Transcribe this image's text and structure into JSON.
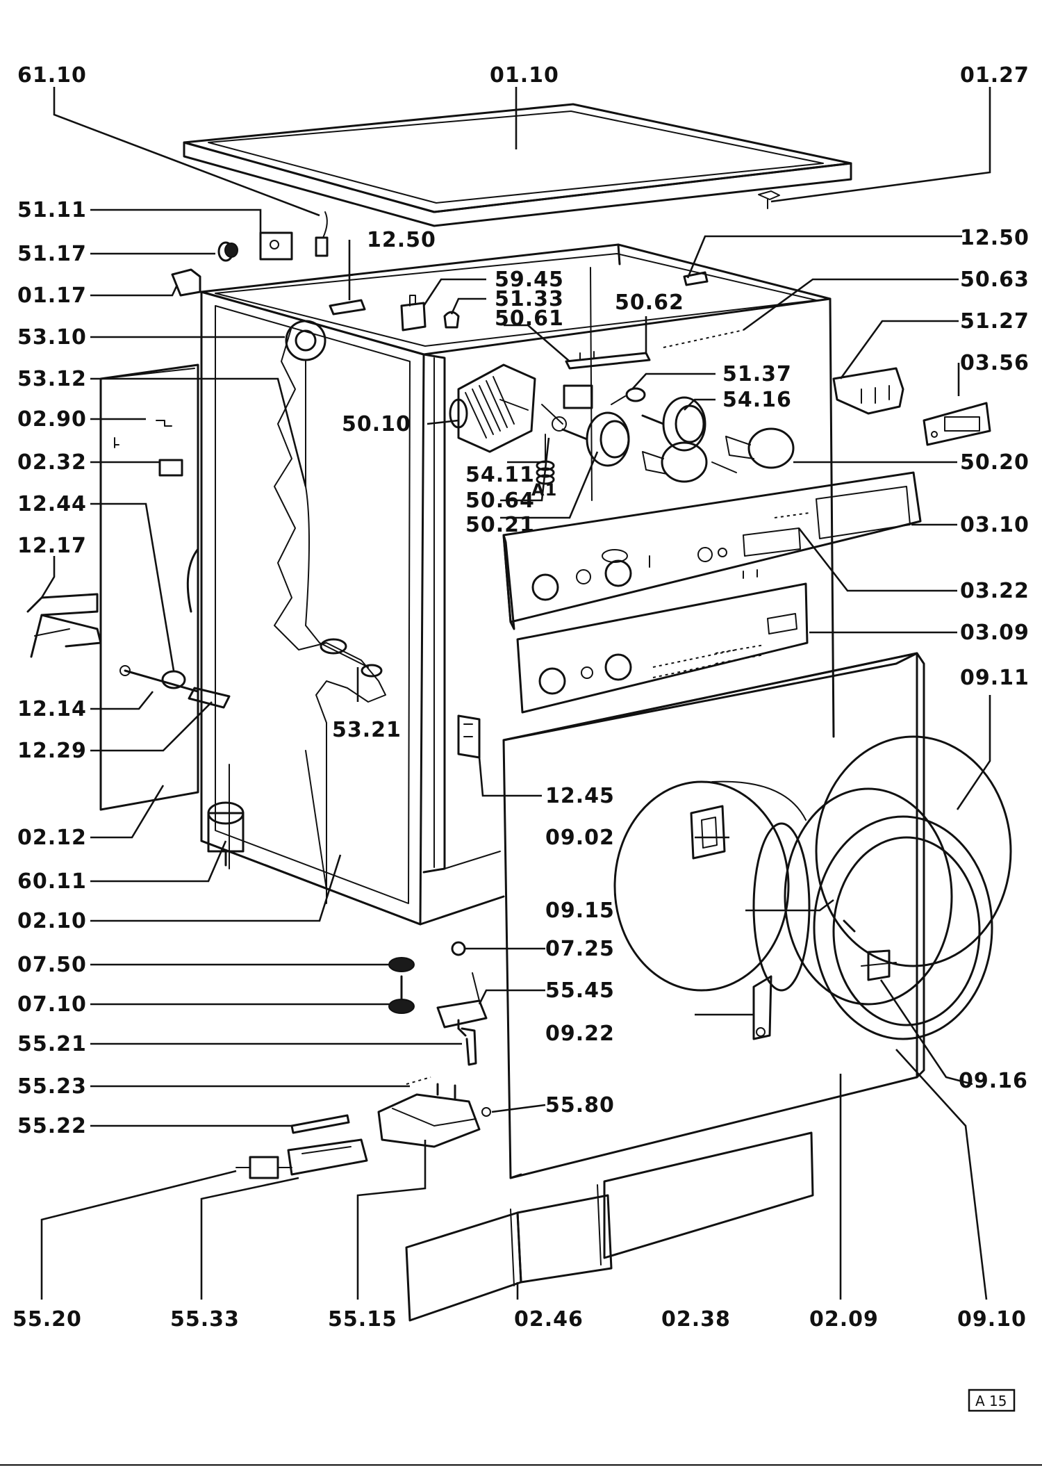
{
  "labels": {
    "l_61_10": "61.10",
    "l_01_10": "01.10",
    "l_01_27": "01.27",
    "l_51_11": "51.11",
    "l_51_17": "51.17",
    "l_01_17": "01.17",
    "l_53_10": "53.10",
    "l_53_12": "53.12",
    "l_02_90": "02.90",
    "l_02_32": "02.32",
    "l_12_44": "12.44",
    "l_12_17": "12.17",
    "l_12_14": "12.14",
    "l_12_29": "12.29",
    "l_02_12": "02.12",
    "l_60_11": "60.11",
    "l_02_10": "02.10",
    "l_07_50": "07.50",
    "l_07_10": "07.10",
    "l_55_21": "55.21",
    "l_55_23": "55.23",
    "l_55_22": "55.22",
    "l_55_20": "55.20",
    "l_55_33": "55.33",
    "l_55_15": "55.15",
    "l_02_46": "02.46",
    "l_02_38": "02.38",
    "l_02_09": "02.09",
    "l_09_10": "09.10",
    "l_09_16": "09.16",
    "l_09_22": "09.22",
    "l_09_15": "09.15",
    "l_09_02": "09.02",
    "l_12_45": "12.45",
    "l_07_25": "07.25",
    "l_55_45": "55.45",
    "l_55_80": "55.80",
    "l_53_21": "53.21",
    "l_50_10": "50.10",
    "l_54_11": "54.11",
    "l_50_64": "50.64",
    "l_50_21": "50.21",
    "l_12_50a": "12.50",
    "l_12_50b": "12.50",
    "l_59_45": "59.45",
    "l_51_33": "51.33",
    "l_50_61": "50.61",
    "l_50_62": "50.62",
    "l_50_63": "50.63",
    "l_51_27": "51.27",
    "l_03_56": "03.56",
    "l_51_37": "51.37",
    "l_54_16": "54.16",
    "l_50_20": "50.20",
    "l_03_10": "03.10",
    "l_03_22": "03.22",
    "l_03_09": "03.09",
    "l_09_11": "09.11",
    "l_a1": "A1"
  },
  "badge": "A 15"
}
